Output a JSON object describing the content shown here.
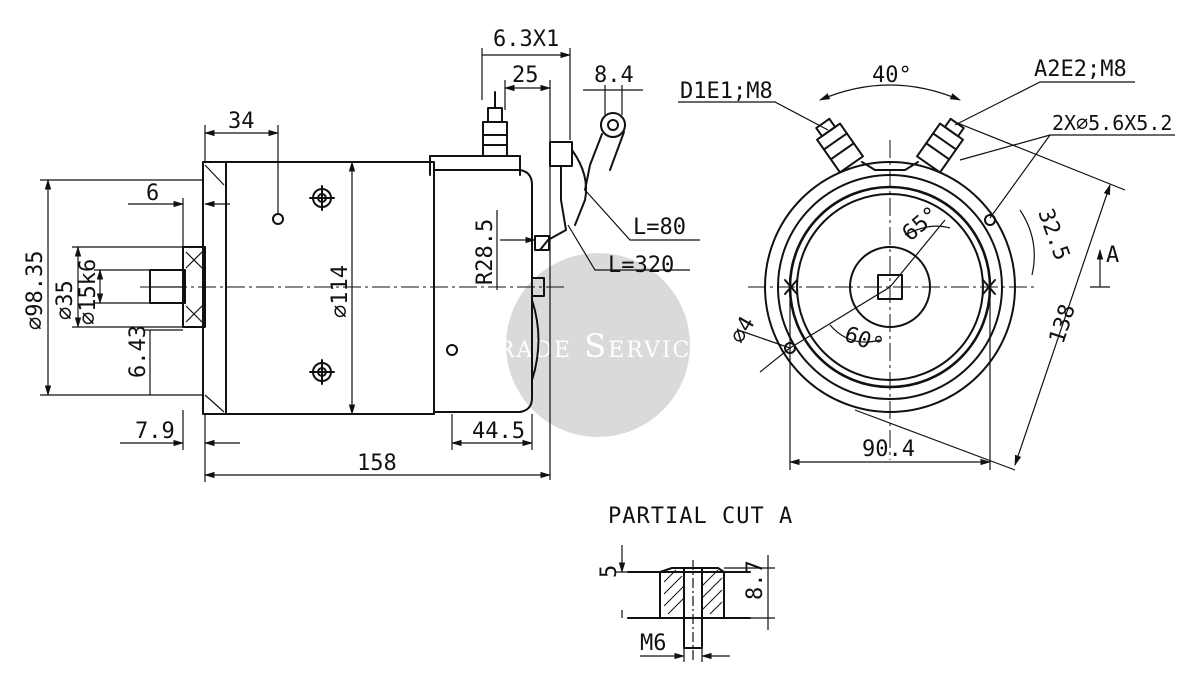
{
  "side_view": {
    "dims": {
      "d_6_3x1": "6.3X1",
      "d_25": "25",
      "d_34": "34",
      "d_6": "6",
      "d_dia98_35": "⌀98.35",
      "d_dia35": "⌀35",
      "d_dia15k6": "⌀15k6",
      "d_6_43": "6.43",
      "d_dia114": "⌀114",
      "d_r28_5": "R28.5",
      "d_7_9": "7.9",
      "d_44_5": "44.5",
      "d_158": "158",
      "d_8_4": "8.4",
      "d_l80": "L=80",
      "d_l320": "L=320"
    }
  },
  "end_view": {
    "labels": {
      "d1e1": "D1E1;M8",
      "a2e2": "A2E2;M8",
      "holes": "2X⌀5.6X5.2"
    },
    "dims": {
      "d_40deg": "40°",
      "d_65deg": "65°",
      "d_32_5": "32.5",
      "d_section_a": "A",
      "d_138": "138",
      "d_dia4": "⌀4",
      "d_60deg": "60°",
      "d_90_4": "90.4"
    }
  },
  "partial_cut": {
    "title": "PARTIAL CUT A",
    "dims": {
      "d_5": "5",
      "d_8_7": "8.7",
      "d_m6": "M6"
    }
  },
  "watermark": {
    "text": "Trade Service"
  }
}
